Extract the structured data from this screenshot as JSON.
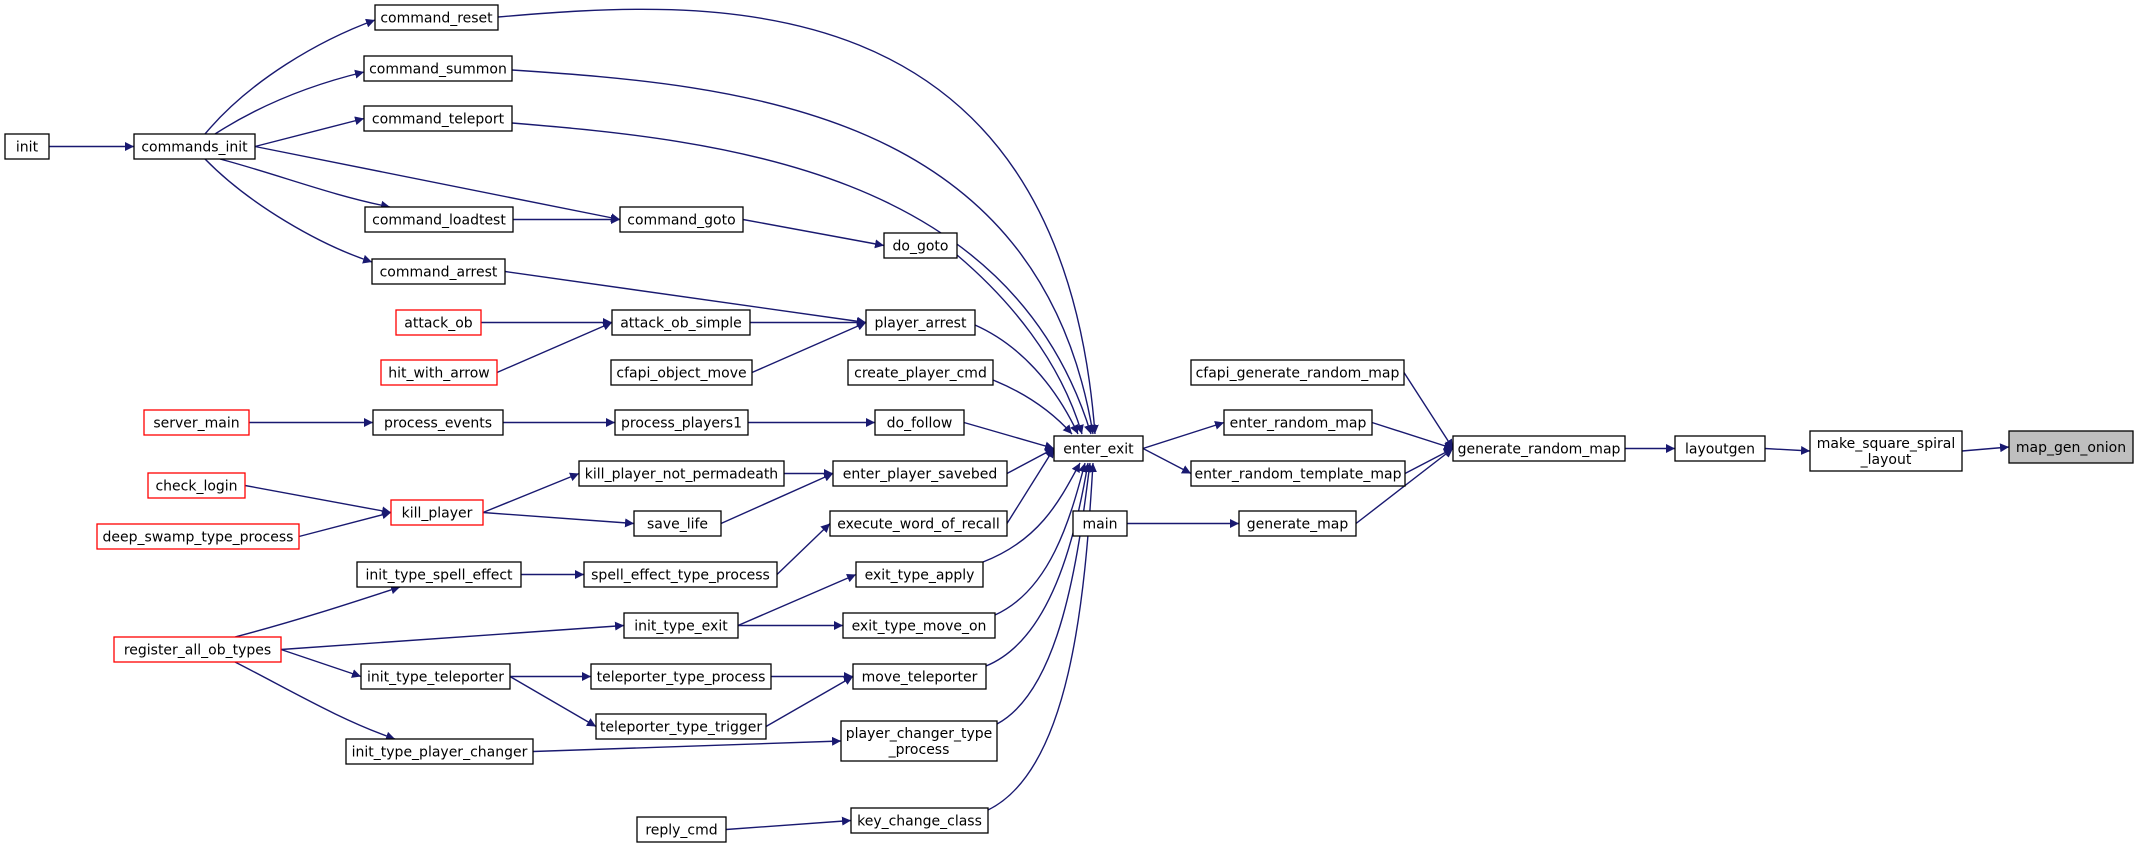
{
  "graph": {
    "colors": {
      "edge": "#191970",
      "normal_border": "#000000",
      "truncated_border": "#ff0000",
      "root_fill": "#bfbfbf",
      "node_fill": "#ffffff"
    },
    "nodes": [
      {
        "id": "map_gen_onion",
        "label": "map_gen_onion",
        "root": true
      },
      {
        "id": "make_square_spiral_layout",
        "label": [
          "make_square_spiral",
          "_layout"
        ]
      },
      {
        "id": "layoutgen",
        "label": "layoutgen"
      },
      {
        "id": "generate_random_map",
        "label": "generate_random_map"
      },
      {
        "id": "cfapi_generate_random_map",
        "label": "cfapi_generate_random_map"
      },
      {
        "id": "enter_random_map",
        "label": "enter_random_map"
      },
      {
        "id": "enter_random_template_map",
        "label": "enter_random_template_map"
      },
      {
        "id": "generate_map",
        "label": "generate_map"
      },
      {
        "id": "main",
        "label": "main"
      },
      {
        "id": "enter_exit",
        "label": "enter_exit"
      },
      {
        "id": "command_reset",
        "label": "command_reset"
      },
      {
        "id": "command_summon",
        "label": "command_summon"
      },
      {
        "id": "command_teleport",
        "label": "command_teleport"
      },
      {
        "id": "commands_init",
        "label": "commands_init"
      },
      {
        "id": "init",
        "label": "init"
      },
      {
        "id": "command_loadtest",
        "label": "command_loadtest"
      },
      {
        "id": "command_goto",
        "label": "command_goto"
      },
      {
        "id": "do_goto",
        "label": "do_goto"
      },
      {
        "id": "command_arrest",
        "label": "command_arrest"
      },
      {
        "id": "player_arrest",
        "label": "player_arrest"
      },
      {
        "id": "attack_ob_simple",
        "label": "attack_ob_simple"
      },
      {
        "id": "attack_ob",
        "label": "attack_ob",
        "truncated": true
      },
      {
        "id": "hit_with_arrow",
        "label": "hit_with_arrow",
        "truncated": true
      },
      {
        "id": "cfapi_object_move",
        "label": "cfapi_object_move"
      },
      {
        "id": "create_player_cmd",
        "label": "create_player_cmd"
      },
      {
        "id": "do_follow",
        "label": "do_follow"
      },
      {
        "id": "process_players1",
        "label": "process_players1"
      },
      {
        "id": "process_events",
        "label": "process_events"
      },
      {
        "id": "server_main",
        "label": "server_main",
        "truncated": true
      },
      {
        "id": "enter_player_savebed",
        "label": "enter_player_savebed"
      },
      {
        "id": "kill_player_not_permadeath",
        "label": "kill_player_not_permadeath"
      },
      {
        "id": "kill_player",
        "label": "kill_player",
        "truncated": true
      },
      {
        "id": "check_login",
        "label": "check_login",
        "truncated": true
      },
      {
        "id": "deep_swamp_type_process",
        "label": "deep_swamp_type_process",
        "truncated": true
      },
      {
        "id": "save_life",
        "label": "save_life"
      },
      {
        "id": "execute_word_of_recall",
        "label": "execute_word_of_recall"
      },
      {
        "id": "spell_effect_type_process",
        "label": "spell_effect_type_process"
      },
      {
        "id": "init_type_spell_effect",
        "label": "init_type_spell_effect"
      },
      {
        "id": "register_all_ob_types",
        "label": "register_all_ob_types",
        "truncated": true
      },
      {
        "id": "exit_type_apply",
        "label": "exit_type_apply"
      },
      {
        "id": "init_type_exit",
        "label": "init_type_exit"
      },
      {
        "id": "exit_type_move_on",
        "label": "exit_type_move_on"
      },
      {
        "id": "move_teleporter",
        "label": "move_teleporter"
      },
      {
        "id": "teleporter_type_process",
        "label": "teleporter_type_process"
      },
      {
        "id": "init_type_teleporter",
        "label": "init_type_teleporter"
      },
      {
        "id": "teleporter_type_trigger",
        "label": "teleporter_type_trigger"
      },
      {
        "id": "player_changer_type_process",
        "label": [
          "player_changer_type",
          "_process"
        ]
      },
      {
        "id": "init_type_player_changer",
        "label": "init_type_player_changer"
      },
      {
        "id": "key_change_class",
        "label": "key_change_class"
      },
      {
        "id": "reply_cmd",
        "label": "reply_cmd"
      }
    ],
    "edges": [
      [
        "make_square_spiral_layout",
        "map_gen_onion"
      ],
      [
        "layoutgen",
        "make_square_spiral_layout"
      ],
      [
        "generate_random_map",
        "layoutgen"
      ],
      [
        "cfapi_generate_random_map",
        "generate_random_map"
      ],
      [
        "enter_random_map",
        "generate_random_map"
      ],
      [
        "enter_random_template_map",
        "generate_random_map"
      ],
      [
        "generate_map",
        "generate_random_map"
      ],
      [
        "main",
        "generate_map"
      ],
      [
        "enter_exit",
        "enter_random_map"
      ],
      [
        "enter_exit",
        "enter_random_template_map"
      ],
      [
        "command_reset",
        "enter_exit"
      ],
      [
        "command_summon",
        "enter_exit"
      ],
      [
        "command_teleport",
        "enter_exit"
      ],
      [
        "do_goto",
        "enter_exit"
      ],
      [
        "player_arrest",
        "enter_exit"
      ],
      [
        "create_player_cmd",
        "enter_exit"
      ],
      [
        "do_follow",
        "enter_exit"
      ],
      [
        "enter_player_savebed",
        "enter_exit"
      ],
      [
        "execute_word_of_recall",
        "enter_exit"
      ],
      [
        "exit_type_apply",
        "enter_exit"
      ],
      [
        "exit_type_move_on",
        "enter_exit"
      ],
      [
        "move_teleporter",
        "enter_exit"
      ],
      [
        "player_changer_type_process",
        "enter_exit"
      ],
      [
        "key_change_class",
        "enter_exit"
      ],
      [
        "commands_init",
        "command_reset"
      ],
      [
        "commands_init",
        "command_summon"
      ],
      [
        "commands_init",
        "command_teleport"
      ],
      [
        "commands_init",
        "command_loadtest"
      ],
      [
        "commands_init",
        "command_goto"
      ],
      [
        "commands_init",
        "command_arrest"
      ],
      [
        "init",
        "commands_init"
      ],
      [
        "command_loadtest",
        "command_goto"
      ],
      [
        "command_goto",
        "do_goto"
      ],
      [
        "command_arrest",
        "player_arrest"
      ],
      [
        "attack_ob_simple",
        "player_arrest"
      ],
      [
        "cfapi_object_move",
        "player_arrest"
      ],
      [
        "attack_ob",
        "attack_ob_simple"
      ],
      [
        "hit_with_arrow",
        "attack_ob_simple"
      ],
      [
        "process_players1",
        "do_follow"
      ],
      [
        "process_events",
        "process_players1"
      ],
      [
        "server_main",
        "process_events"
      ],
      [
        "kill_player_not_permadeath",
        "enter_player_savebed"
      ],
      [
        "save_life",
        "enter_player_savebed"
      ],
      [
        "kill_player",
        "kill_player_not_permadeath"
      ],
      [
        "kill_player",
        "save_life"
      ],
      [
        "check_login",
        "kill_player"
      ],
      [
        "deep_swamp_type_process",
        "kill_player"
      ],
      [
        "spell_effect_type_process",
        "execute_word_of_recall"
      ],
      [
        "init_type_spell_effect",
        "spell_effect_type_process"
      ],
      [
        "register_all_ob_types",
        "init_type_spell_effect"
      ],
      [
        "register_all_ob_types",
        "init_type_exit"
      ],
      [
        "register_all_ob_types",
        "init_type_teleporter"
      ],
      [
        "register_all_ob_types",
        "init_type_player_changer"
      ],
      [
        "init_type_exit",
        "exit_type_apply"
      ],
      [
        "init_type_exit",
        "exit_type_move_on"
      ],
      [
        "teleporter_type_process",
        "move_teleporter"
      ],
      [
        "teleporter_type_trigger",
        "move_teleporter"
      ],
      [
        "init_type_teleporter",
        "teleporter_type_process"
      ],
      [
        "init_type_teleporter",
        "teleporter_type_trigger"
      ],
      [
        "init_type_player_changer",
        "player_changer_type_process"
      ],
      [
        "reply_cmd",
        "key_change_class"
      ]
    ]
  }
}
